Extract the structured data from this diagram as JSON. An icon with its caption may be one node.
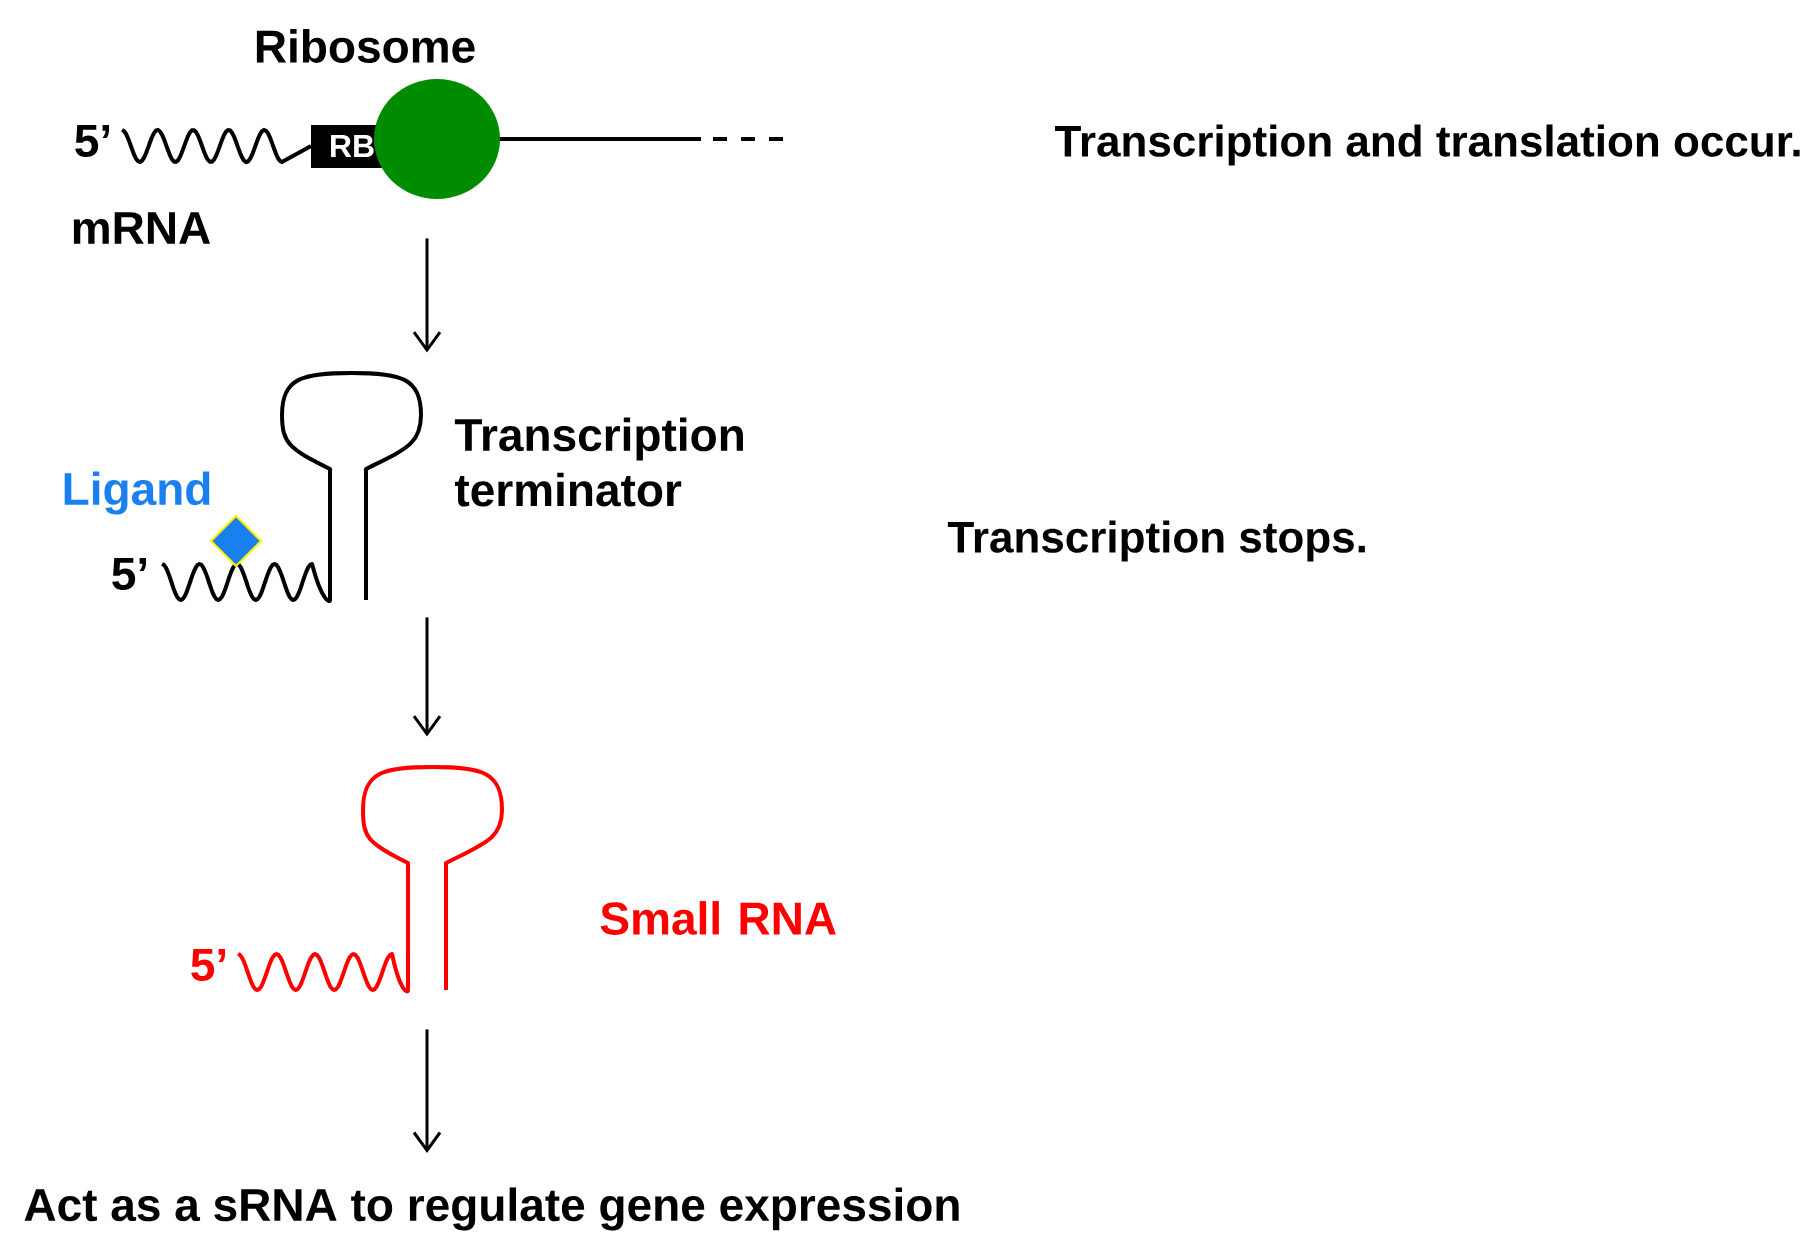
{
  "diagram": {
    "nodes": [
      {
        "text": [],
        "shape": "picture"
      },
      {
        "text": [],
        "shape": "picture",
        "beside": [
          "Transcription terminator"
        ]
      },
      {
        "text": [],
        "shape": "picture",
        "beside": [
          "Small RNA"
        ]
      },
      {
        "text": [
          "Act as a sRNA to regulate gene expression"
        ]
      }
    ],
    "edges": [
      {
        "from": 0,
        "to": 1,
        "arrow": "to"
      },
      {
        "from": 1,
        "to": 2,
        "arrow": "to"
      },
      {
        "from": 2,
        "to": 3,
        "arrow": "to"
      }
    ],
    "labels": [
      "Ribosome",
      "5’",
      "RB",
      "mRNA",
      "Transcription and translation occur.",
      "Ligand",
      "5’",
      "Transcription stops.",
      "5’"
    ]
  }
}
